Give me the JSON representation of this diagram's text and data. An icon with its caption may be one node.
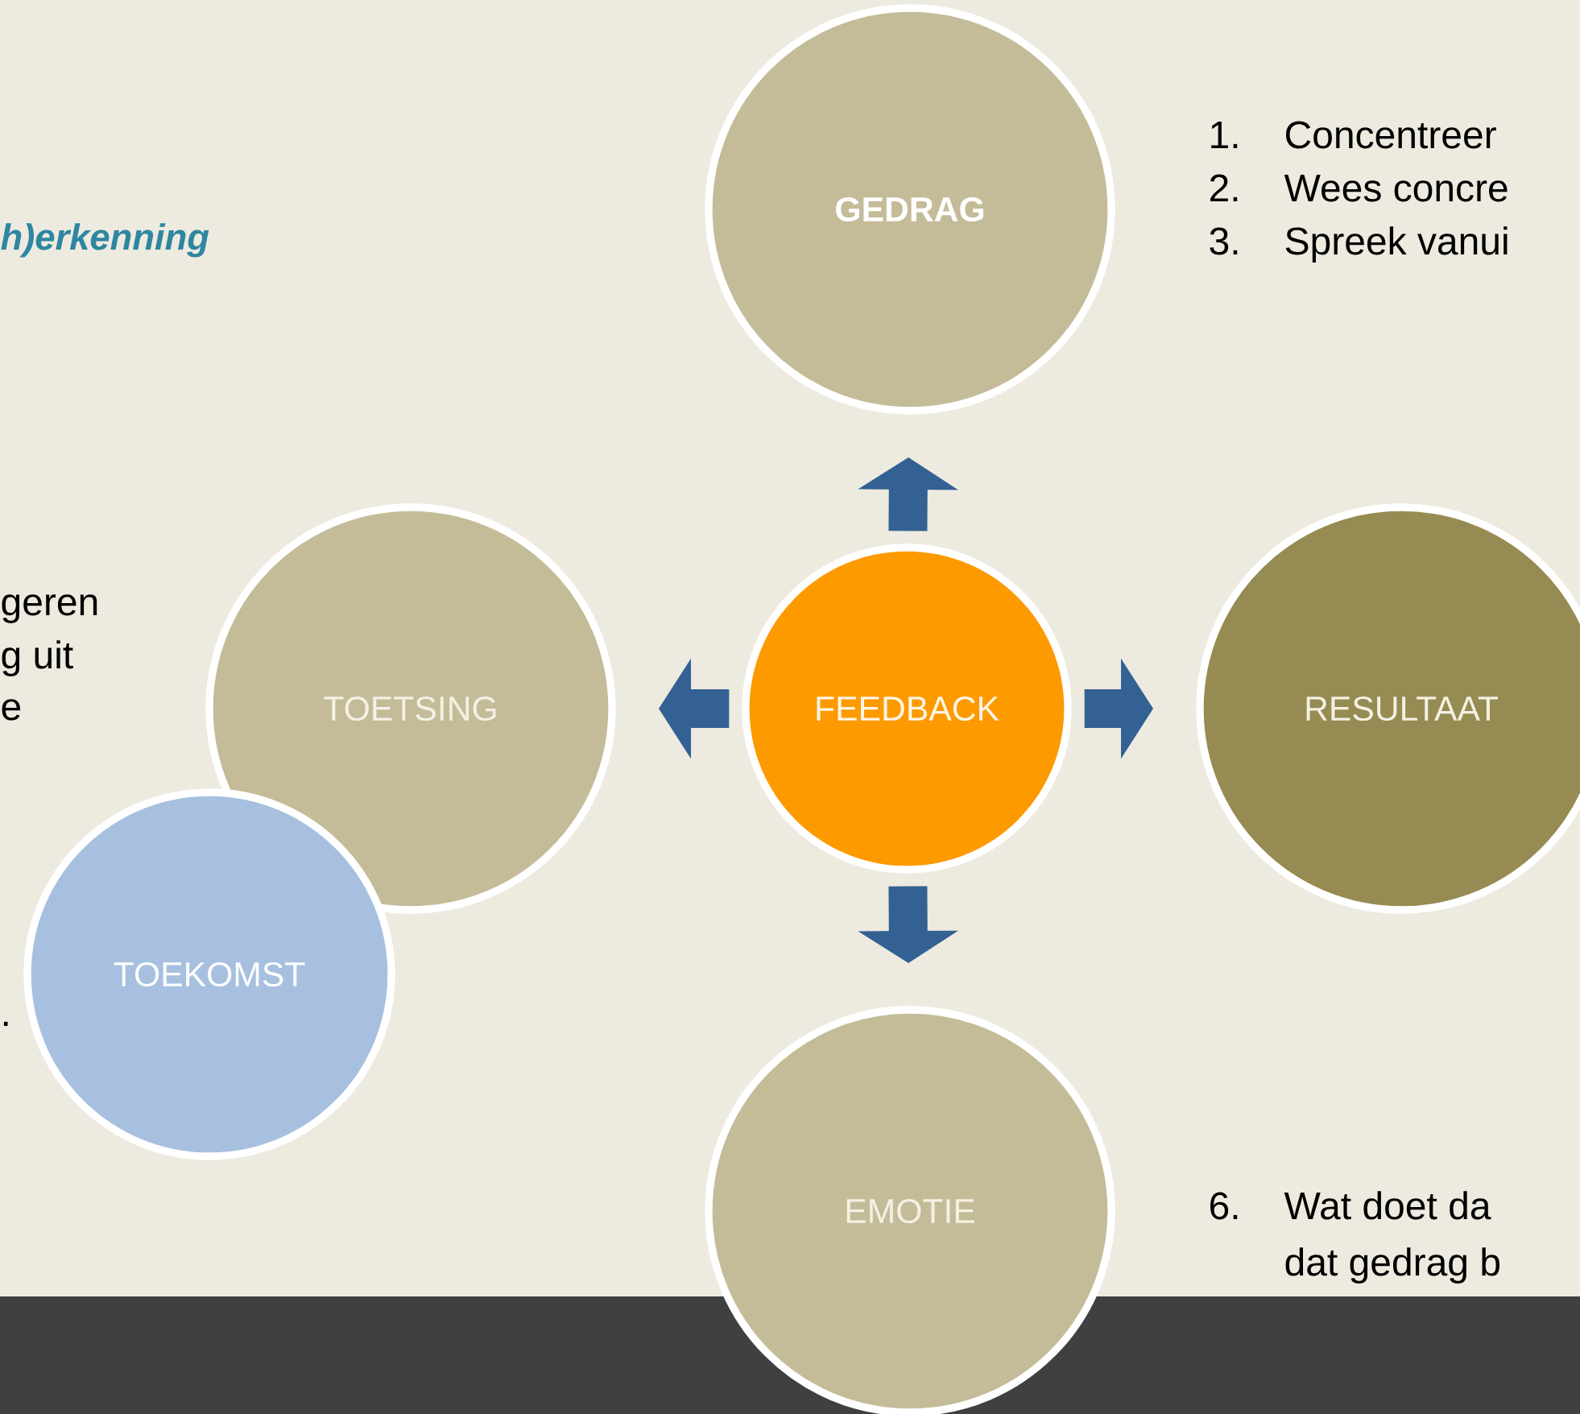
{
  "diagram": {
    "nodes": [
      {
        "text": [
          "FEEDBACK"
        ]
      },
      {
        "text": [
          "GEDRAG"
        ]
      },
      {
        "text": [
          "RESULTAAT"
        ]
      },
      {
        "text": [
          "EMOTIE"
        ]
      },
      {
        "text": [
          "TOETSING"
        ]
      },
      {
        "text": [
          "TOEKOMST"
        ]
      }
    ],
    "edges": [
      {
        "from": 0,
        "to": 1,
        "arrow": "to"
      },
      {
        "from": 0,
        "to": 2,
        "arrow": "to"
      },
      {
        "from": 0,
        "to": 3,
        "arrow": "to"
      },
      {
        "from": 0,
        "to": 4,
        "arrow": "to"
      }
    ],
    "labels": [
      "h)erkenning",
      "1.",
      "Concentreer",
      "2.",
      "Wees concre",
      "3.",
      "Spreek vanui",
      "geren",
      "g uit",
      "e",
      ".",
      "6.",
      "Wat doet da",
      "dat gedrag b"
    ]
  }
}
